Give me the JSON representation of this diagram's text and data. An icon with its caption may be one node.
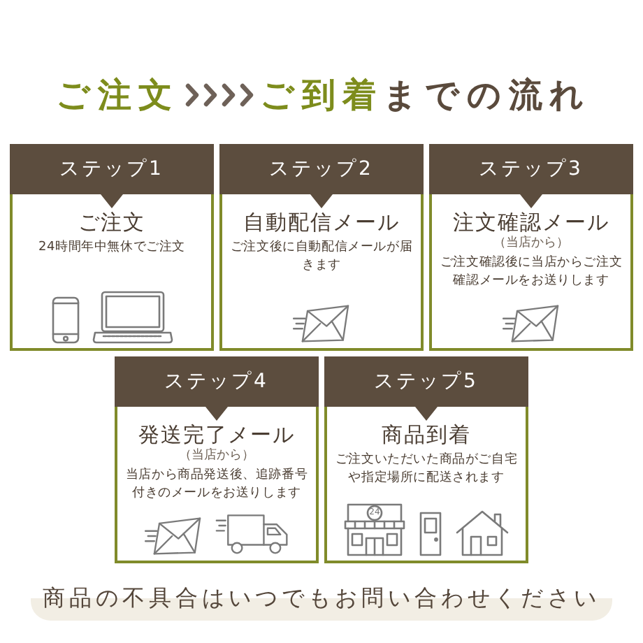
{
  "diagram": {
    "nodes": [
      {
        "text": [
          "ご注文"
        ]
      },
      {
        "text": [
          "**ご到着**までの流れ"
        ]
      },
      {
        "text": [
          "ステップ1",
          "ご注文",
          "24時間年中無休でご注文"
        ]
      },
      {
        "text": [
          "ステップ2",
          "自動配信メール",
          "ご注文後に自動配信メールが届きます"
        ]
      },
      {
        "text": [
          "ステップ3",
          "注文確認メール",
          "（当店から）",
          "ご注文確認後に当店からご注文確認メールをお送りします"
        ]
      },
      {
        "text": [
          "ステップ4",
          "発送完了メール",
          "（当店から）",
          "当店から商品発送後、追跡番号付きのメールをお送りします"
        ]
      },
      {
        "text": [
          "ステップ5",
          "商品到着",
          "ご注文いただいた商品がご自宅や指定場所に配送されます"
        ]
      },
      {
        "text": [
          "商品の不具合はいつでもお問い合わせください"
        ]
      }
    ],
    "edges": [
      {
        "from": 0,
        "to": 1,
        "arrow": "to"
      }
    ],
    "labels": [
      "24"
    ]
  }
}
